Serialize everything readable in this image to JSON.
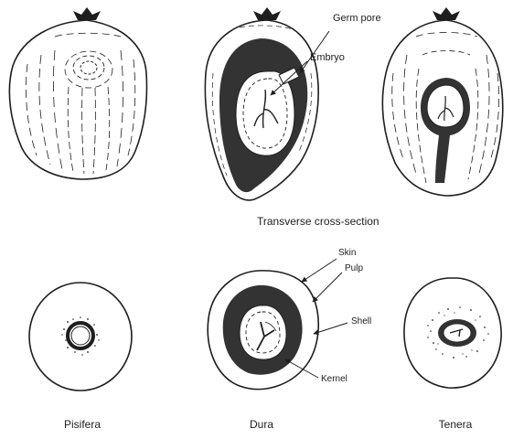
{
  "labels": {
    "germ_pore": "Germ pore",
    "embryo": "Embryo",
    "transverse": "Transverse cross-section",
    "skin": "Skin",
    "pulp": "Pulp",
    "shell": "Shell",
    "kernel": "Kernel"
  },
  "types": {
    "pisifera": "Pisifera",
    "dura": "Dura",
    "tenera": "Tenera"
  },
  "colors": {
    "ink": "#1e1e1e",
    "shell": "#333333",
    "paper": "#ffffff"
  }
}
